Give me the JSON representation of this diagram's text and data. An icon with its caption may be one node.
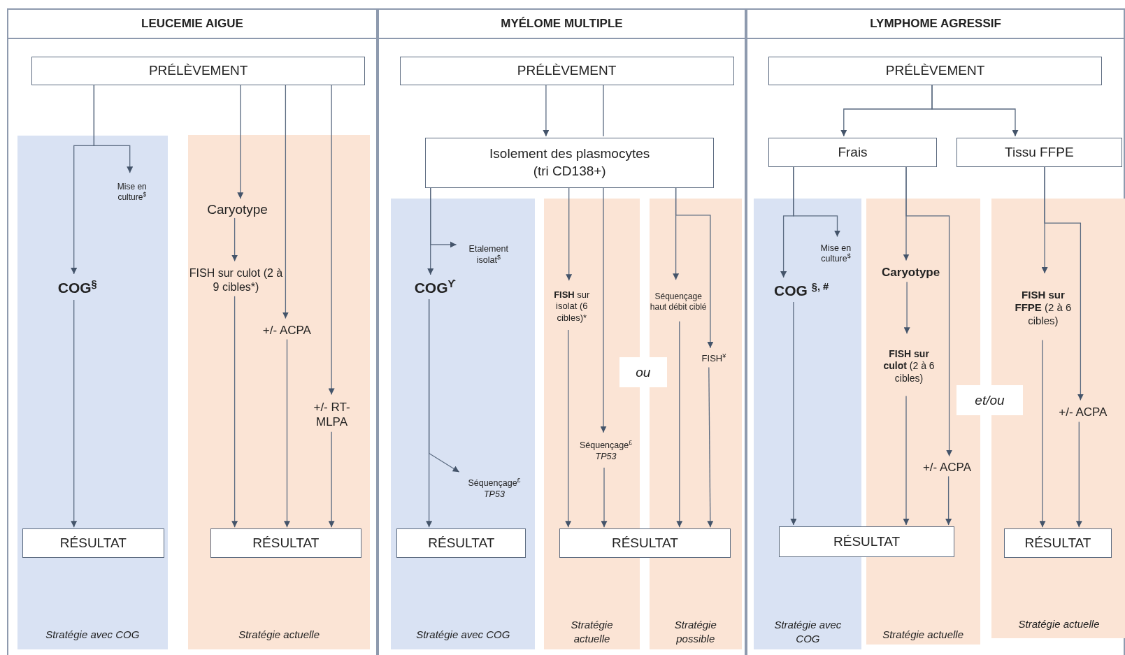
{
  "diagram": {
    "nodes": [
      {
        "text": [
          "LEUCEMIE AIGUE"
        ]
      },
      {
        "text": [
          "PRÉLÈVEMENT"
        ],
        "in": 0
      },
      {
        "text": [
          "Stratégie avec COG"
        ],
        "in": 0
      },
      {
        "text": [
          "Stratégie actuelle"
        ],
        "in": 0
      },
      {
        "text": [
          "Mise en culture$^{$}$"
        ],
        "in": 2
      },
      {
        "text": [
          "COG$^{§}$"
        ],
        "in": 2
      },
      {
        "text": [
          "RÉSULTAT"
        ],
        "in": 2
      },
      {
        "text": [
          "Caryotype"
        ],
        "in": 3
      },
      {
        "text": [
          "FISH sur culot (2 à 9 cibles*)"
        ],
        "in": 3
      },
      {
        "text": [
          "+/- ACPA"
        ],
        "in": 3
      },
      {
        "text": [
          "+/- RT- MLPA"
        ],
        "in": 3
      },
      {
        "text": [
          "RÉSULTAT"
        ],
        "in": 3
      },
      {
        "text": [
          "MYÉLOME MULTIPLE"
        ]
      },
      {
        "text": [
          "PRÉLÈVEMENT"
        ],
        "in": 12
      },
      {
        "text": [
          "Isolement des plasmocytes (tri CD138+)"
        ],
        "in": 12
      },
      {
        "text": [
          "Stratégie avec COG"
        ],
        "in": 12
      },
      {
        "text": [
          "Stratégie actuelle"
        ],
        "in": 12
      },
      {
        "text": [
          "Stratégie possible"
        ],
        "in": 12
      },
      {
        "text": [
          "Etalement isolat$^{$}$"
        ],
        "in": 15
      },
      {
        "text": [
          "COG$^{ϒ}$"
        ],
        "in": 15
      },
      {
        "text": [
          "Séquençage$^{£}$ *TP53*"
        ],
        "in": 15
      },
      {
        "text": [
          "RÉSULTAT"
        ],
        "in": 15
      },
      {
        "text": [
          "**FISH** sur isolat (6 cibles)*"
        ],
        "in": 16
      },
      {
        "text": [
          "Séquençage$^{£}$ *TP53*"
        ],
        "in": 16
      },
      {
        "text": [
          "Séquençage haut débit ciblé"
        ],
        "in": 17
      },
      {
        "text": [
          "FISH$^{¥}$"
        ],
        "in": 17
      },
      {
        "text": [
          "RÉSULTAT"
        ],
        "in": 12
      },
      {
        "text": [
          "ou"
        ],
        "in": 12
      },
      {
        "text": [
          "LYMPHOME AGRESSIF"
        ]
      },
      {
        "text": [
          "PRÉLÈVEMENT"
        ],
        "in": 28
      },
      {
        "text": [
          "Frais"
        ],
        "in": 28
      },
      {
        "text": [
          "Tissu FFPE"
        ],
        "in": 28
      },
      {
        "text": [
          "Stratégie avec COG"
        ],
        "in": 28
      },
      {
        "text": [
          "Stratégie actuelle"
        ],
        "in": 28
      },
      {
        "text": [
          "Stratégie actuelle"
        ],
        "in": 28
      },
      {
        "text": [
          "Mise en culture$^{$}$"
        ],
        "in": 32
      },
      {
        "text": [
          "COG $^{§, #}$"
        ],
        "in": 32
      },
      {
        "text": [
          "RÉSULTAT"
        ],
        "in": 28
      },
      {
        "text": [
          "Caryotype"
        ],
        "in": 33
      },
      {
        "text": [
          "**FISH sur culot** (2 à 6 cibles)"
        ],
        "in": 33
      },
      {
        "text": [
          "+/- ACPA"
        ],
        "in": 33
      },
      {
        "text": [
          "et/ou"
        ],
        "in": 28
      },
      {
        "text": [
          "**FISH sur FFPE** (2 à 6 cibles)"
        ],
        "in": 34
      },
      {
        "text": [
          "+/- ACPA"
        ],
        "in": 34
      },
      {
        "text": [
          "RÉSULTAT"
        ],
        "in": 34
      }
    ],
    "edges": [
      {
        "from": 1,
        "to": 5,
        "arrow": "to"
      },
      {
        "from": 1,
        "to": 4,
        "arrow": "to"
      },
      {
        "from": 1,
        "to": 7,
        "arrow": "to"
      },
      {
        "from": 1,
        "to": 9,
        "arrow": "to"
      },
      {
        "from": 1,
        "to": 10,
        "arrow": "to"
      },
      {
        "from": 5,
        "to": 6,
        "arrow": "to"
      },
      {
        "from": 7,
        "to": 8,
        "arrow": "to"
      },
      {
        "from": 8,
        "to": 11,
        "arrow": "to"
      },
      {
        "from": 9,
        "to": 11,
        "arrow": "to"
      },
      {
        "from": 10,
        "to": 11,
        "arrow": "to"
      },
      {
        "from": 13,
        "to": 14,
        "arrow": "to"
      },
      {
        "from": 13,
        "to": 14,
        "arrow": "none"
      },
      {
        "from": 14,
        "to": 19,
        "arrow": "to"
      },
      {
        "from": 14,
        "to": 18,
        "arrow": "to"
      },
      {
        "from": 19,
        "to": 21,
        "arrow": "to"
      },
      {
        "from": 19,
        "to": 20,
        "arrow": "to"
      },
      {
        "from": 14,
        "to": 22,
        "arrow": "to"
      },
      {
        "from": 14,
        "to": 23,
        "arrow": "to"
      },
      {
        "from": 14,
        "to": 24,
        "arrow": "to"
      },
      {
        "from": 14,
        "to": 25,
        "arrow": "to"
      },
      {
        "from": 22,
        "to": 26,
        "arrow": "to"
      },
      {
        "from": 23,
        "to": 26,
        "arrow": "to"
      },
      {
        "from": 24,
        "to": 26,
        "arrow": "to"
      },
      {
        "from": 25,
        "to": 26,
        "arrow": "to"
      },
      {
        "from": 29,
        "to": 30,
        "arrow": "to"
      },
      {
        "from": 29,
        "to": 31,
        "arrow": "to"
      },
      {
        "from": 30,
        "to": 36,
        "arrow": "to"
      },
      {
        "from": 30,
        "to": 35,
        "arrow": "to"
      },
      {
        "from": 30,
        "to": 38,
        "arrow": "to"
      },
      {
        "from": 30,
        "to": 40,
        "arrow": "to"
      },
      {
        "from": 38,
        "to": 39,
        "arrow": "to"
      },
      {
        "from": 36,
        "to": 37,
        "arrow": "to"
      },
      {
        "from": 39,
        "to": 37,
        "arrow": "to"
      },
      {
        "from": 40,
        "to": 37,
        "arrow": "to"
      },
      {
        "from": 31,
        "to": 42,
        "arrow": "to"
      },
      {
        "from": 31,
        "to": 43,
        "arrow": "to"
      },
      {
        "from": 42,
        "to": 44,
        "arrow": "to"
      },
      {
        "from": 43,
        "to": 44,
        "arrow": "to"
      }
    ]
  }
}
